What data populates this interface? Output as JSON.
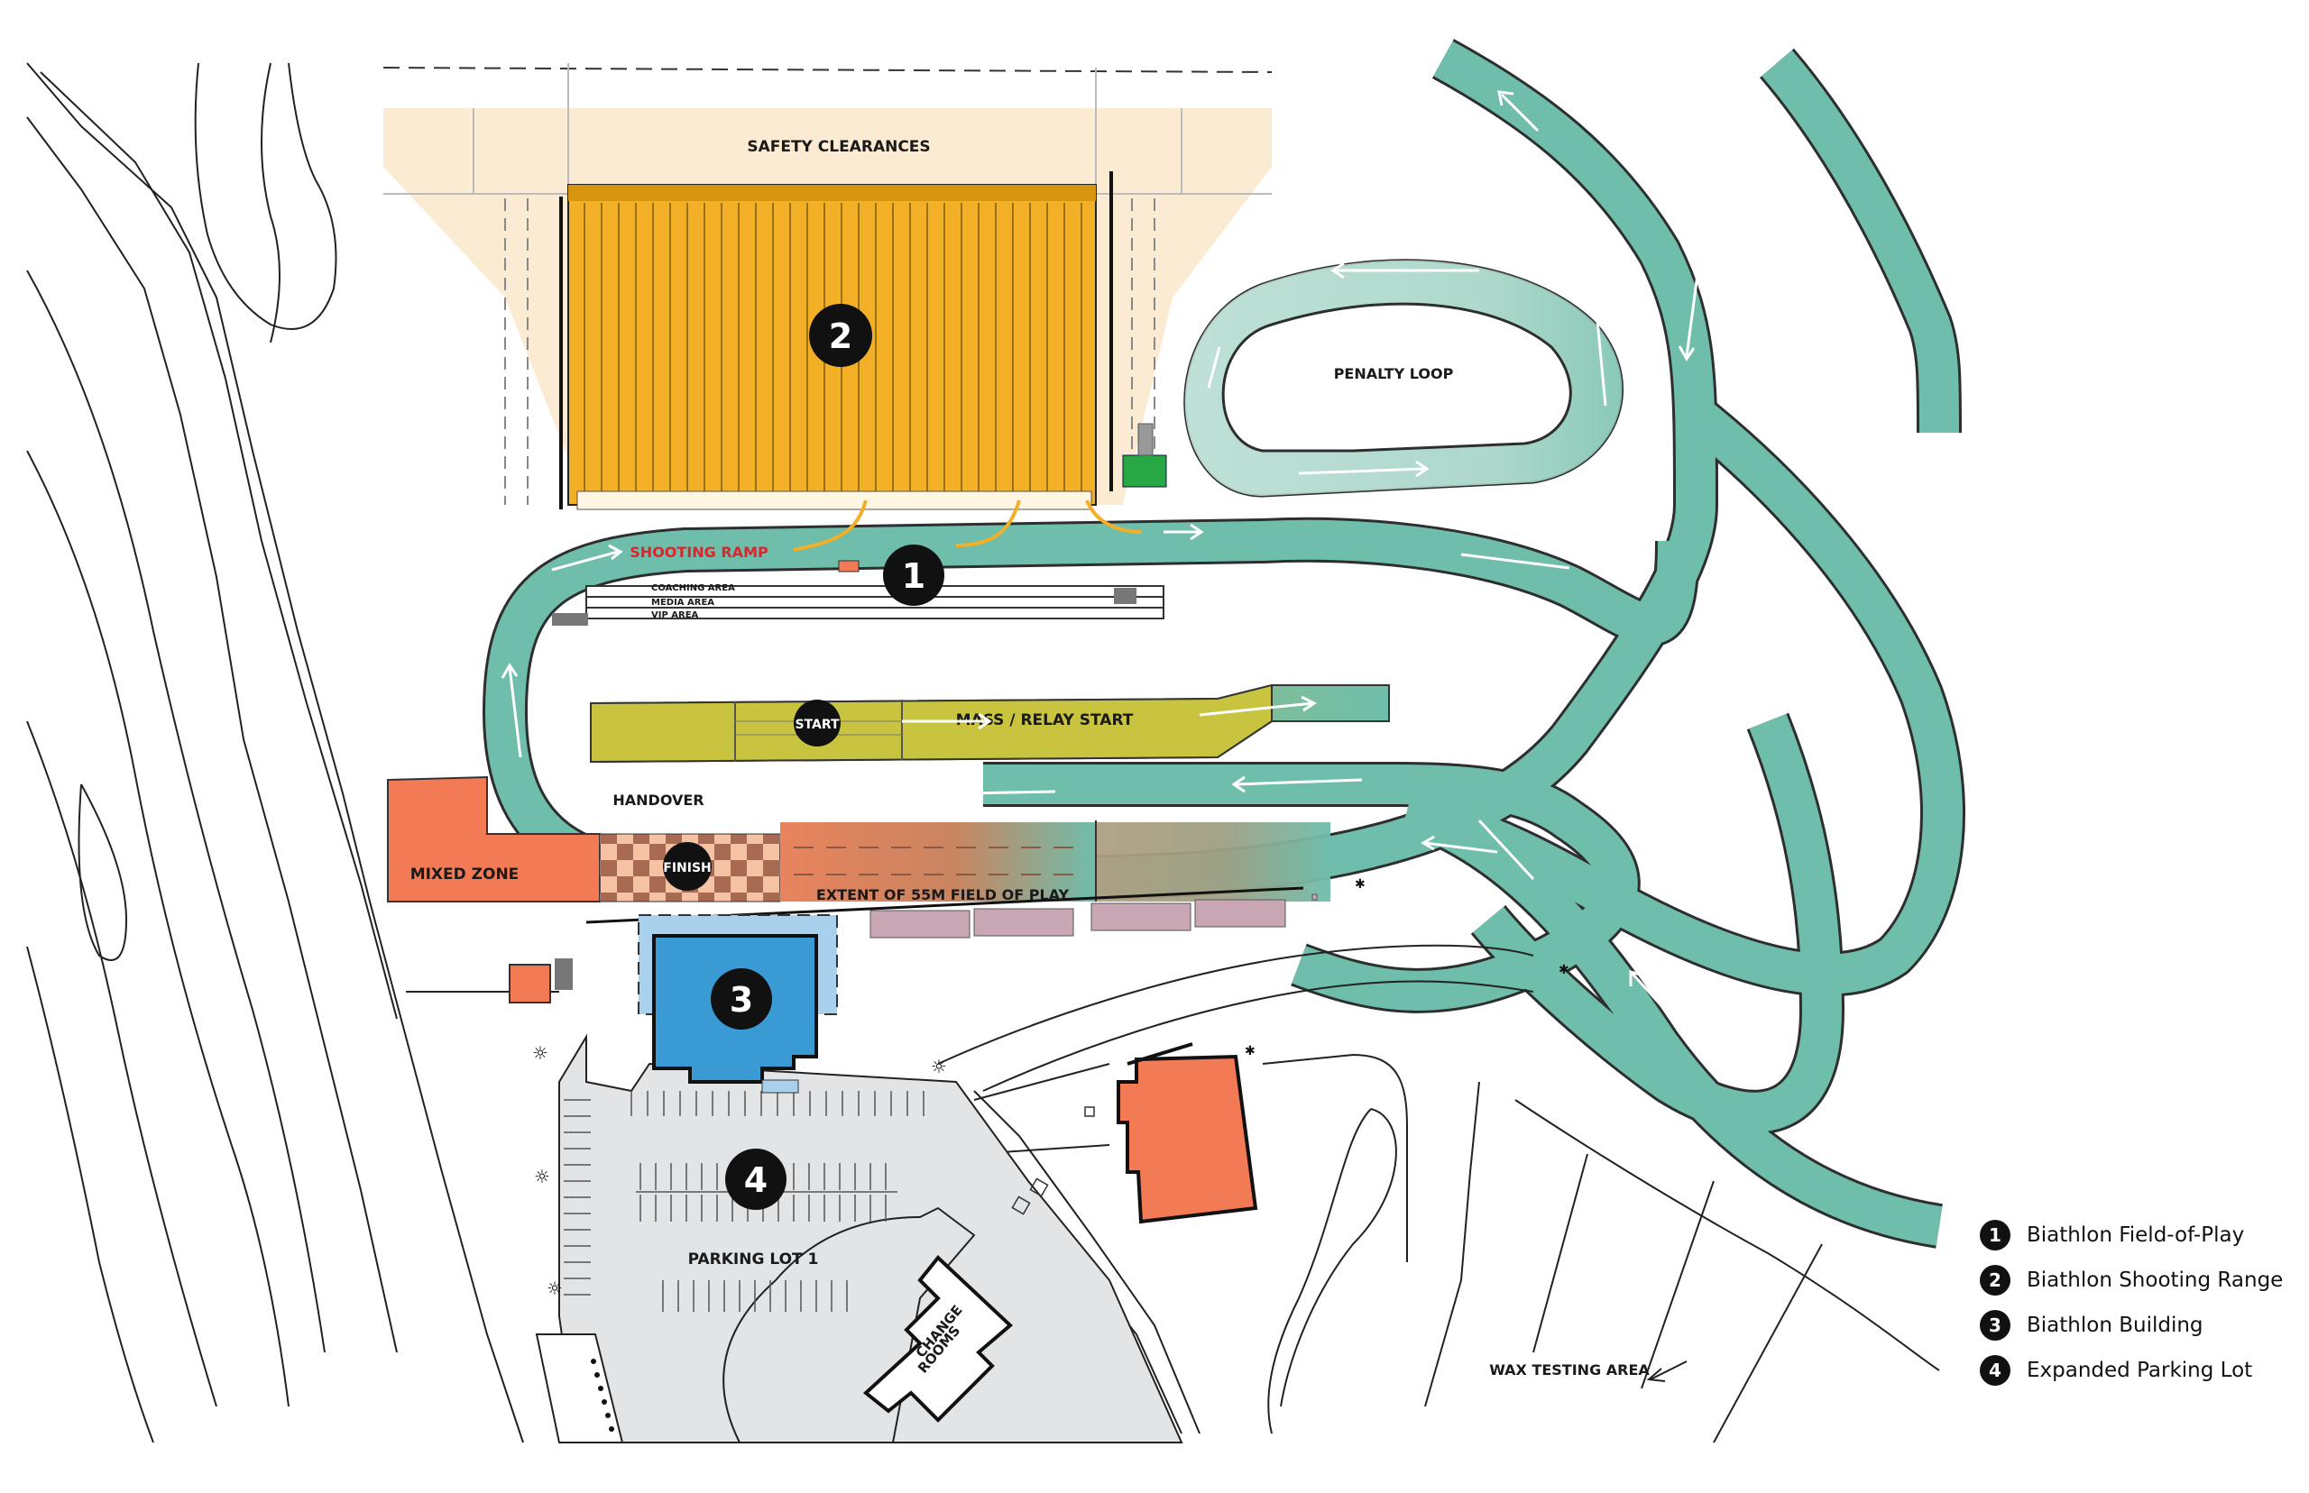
{
  "map": {
    "labels": {
      "safety_clearances": "SAFETY CLEARANCES",
      "penalty_loop": "PENALTY LOOP",
      "shooting_ramp": "SHOOTING RAMP",
      "coaching_area": "COACHING AREA",
      "media_area": "MEDIA AREA",
      "vip_area": "VIP AREA",
      "mass_relay_start": "MASS / RELAY START",
      "start": "START",
      "handover": "HANDOVER",
      "mixed_zone": "MIXED ZONE",
      "finish": "FINISH",
      "field_of_play_extent": "EXTENT OF 55M FIELD OF PLAY",
      "parking_lot": "PARKING LOT 1",
      "change_rooms_line1": "CHANGE",
      "change_rooms_line2": "ROOMS",
      "wax_testing": "WAX TESTING AREA"
    },
    "markers": [
      "1",
      "2",
      "3",
      "4"
    ],
    "colors": {
      "track": "#6fbdab",
      "track_edge": "#2e2e2e",
      "range": "#f3b027",
      "clearance": "#fcebd3",
      "start_zone": "#c8c440",
      "mixed_zone": "#f27a54",
      "building": "#3a9bd4",
      "building_halo": "#a9d1ee",
      "parking": "#e3e4e5",
      "bleachers": "#c9a6b3",
      "green_hut": "#28a745"
    }
  },
  "legend": {
    "items": [
      {
        "num": "1",
        "label": "Biathlon Field-of-Play"
      },
      {
        "num": "2",
        "label": "Biathlon Shooting Range"
      },
      {
        "num": "3",
        "label": "Biathlon Building"
      },
      {
        "num": "4",
        "label": "Expanded Parking Lot"
      }
    ]
  }
}
